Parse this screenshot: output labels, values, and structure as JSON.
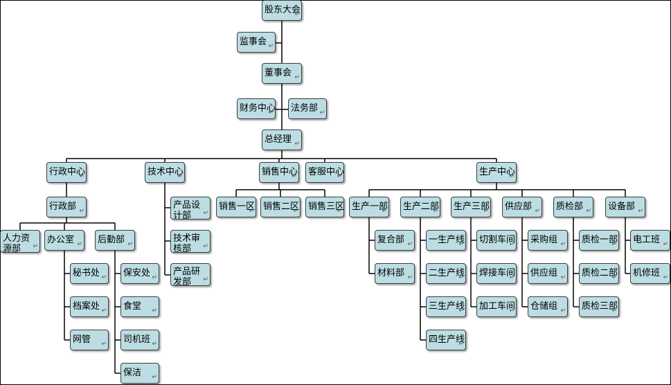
{
  "org_chart": {
    "return_mark": "↵",
    "nodes": [
      {
        "id": "n01",
        "label": "股东大会"
      },
      {
        "id": "n02",
        "label": "监事会"
      },
      {
        "id": "n03",
        "label": "董事会"
      },
      {
        "id": "n04",
        "label": "财务中心"
      },
      {
        "id": "n05",
        "label": "法务部"
      },
      {
        "id": "n06",
        "label": "总经理"
      },
      {
        "id": "n07",
        "label": "行政中心"
      },
      {
        "id": "n08",
        "label": "技术中心"
      },
      {
        "id": "n09",
        "label": "销售中心"
      },
      {
        "id": "n10",
        "label": "客服中心"
      },
      {
        "id": "n11",
        "label": "生产中心"
      },
      {
        "id": "n12",
        "label": "行政部"
      },
      {
        "id": "n13",
        "label": "人力资源部"
      },
      {
        "id": "n14",
        "label": "办公室"
      },
      {
        "id": "n15",
        "label": "后勤部"
      },
      {
        "id": "n16",
        "label": "秘书处"
      },
      {
        "id": "n17",
        "label": "档案处"
      },
      {
        "id": "n18",
        "label": "网管"
      },
      {
        "id": "n19",
        "label": "保安处"
      },
      {
        "id": "n20",
        "label": "食堂"
      },
      {
        "id": "n21",
        "label": "司机班"
      },
      {
        "id": "n22",
        "label": "保洁"
      },
      {
        "id": "n23",
        "label": "产品设计部"
      },
      {
        "id": "n24",
        "label": "技术审核部"
      },
      {
        "id": "n25",
        "label": "产品研发部"
      },
      {
        "id": "n26",
        "label": "销售一区"
      },
      {
        "id": "n27",
        "label": "销售二区"
      },
      {
        "id": "n28",
        "label": "销售三区"
      },
      {
        "id": "n29",
        "label": "生产一部"
      },
      {
        "id": "n30",
        "label": "生产二部"
      },
      {
        "id": "n31",
        "label": "生产三部"
      },
      {
        "id": "n32",
        "label": "供应部"
      },
      {
        "id": "n33",
        "label": "质检部"
      },
      {
        "id": "n34",
        "label": "设备部"
      },
      {
        "id": "n35",
        "label": "复合部"
      },
      {
        "id": "n36",
        "label": "材料部"
      },
      {
        "id": "n37",
        "label": "一生产线"
      },
      {
        "id": "n38",
        "label": "二生产线"
      },
      {
        "id": "n39",
        "label": "三生产线"
      },
      {
        "id": "n40",
        "label": "四生产线"
      },
      {
        "id": "n41",
        "label": "切割车间"
      },
      {
        "id": "n42",
        "label": "焊接车间"
      },
      {
        "id": "n43",
        "label": "加工车间"
      },
      {
        "id": "n44",
        "label": "采购组"
      },
      {
        "id": "n45",
        "label": "供应组"
      },
      {
        "id": "n46",
        "label": "仓储组"
      },
      {
        "id": "n47",
        "label": "质检一部"
      },
      {
        "id": "n48",
        "label": "质检二部"
      },
      {
        "id": "n49",
        "label": "质检三部"
      },
      {
        "id": "n50",
        "label": "电工班"
      },
      {
        "id": "n51",
        "label": "机修班"
      }
    ]
  }
}
